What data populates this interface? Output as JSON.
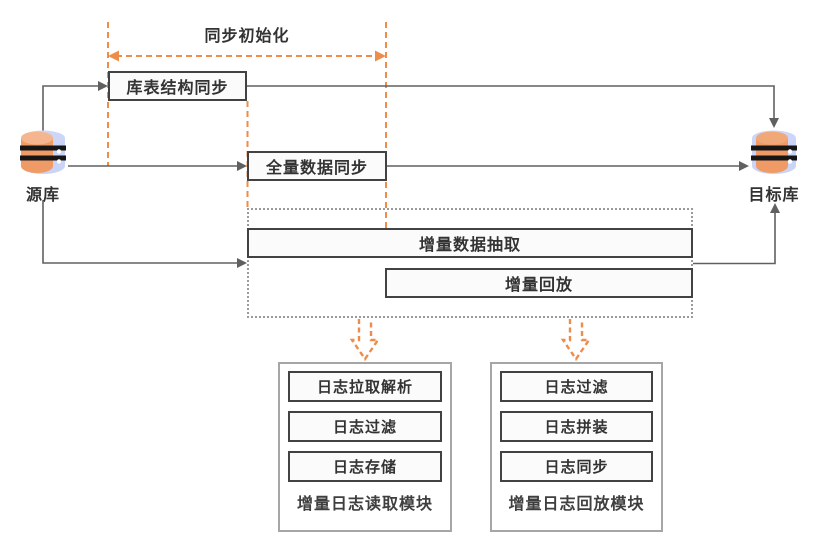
{
  "diagram": {
    "phase_label": "同步初始化",
    "nodes": {
      "source_db": "源库",
      "target_db": "目标库",
      "schema_sync": "库表结构同步",
      "full_data_sync": "全量数据同步",
      "incremental_extract": "增量数据抽取",
      "incremental_replay": "增量回放"
    },
    "modules": [
      {
        "title": "增量日志读取模块",
        "items": [
          "日志拉取解析",
          "日志过滤",
          "日志存储"
        ]
      },
      {
        "title": "增量日志回放模块",
        "items": [
          "日志过滤",
          "日志拼装",
          "日志同步"
        ]
      }
    ],
    "icons": {
      "source": "database-icon",
      "target": "database-icon"
    },
    "colors": {
      "accent_orange": "#EE8C4A",
      "connector_gray": "#606060",
      "box_border": "#424242",
      "box_fill": "#FBFBFB",
      "module_border": "#A6A6A6",
      "dotted_border": "#9A9A9A",
      "db_blue": "#C9D4F7",
      "db_orange": "#F09B66",
      "text": "#333333"
    }
  }
}
